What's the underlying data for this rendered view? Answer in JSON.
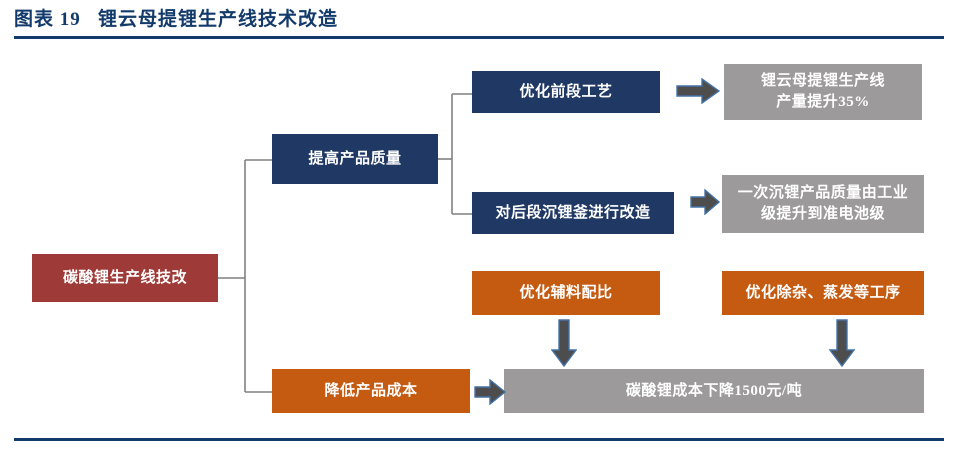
{
  "figure": {
    "label": "图表 19",
    "title": "锂云母提锂生产线技术改造",
    "heading": "图表 19   锂云母提锂生产线技术改造"
  },
  "colors": {
    "title_blue": "#123A6B",
    "rule_blue": "#123A6B",
    "root_red": "#9E3A37",
    "navy": "#1F3864",
    "orange": "#C55A11",
    "gray": "#9C9A9A",
    "connector": "#808080",
    "arrow_fill": "#4D4D4D",
    "arrow_stroke": "#4472A8"
  },
  "diagram": {
    "type": "flowchart",
    "root": {
      "id": "root",
      "label": "碳酸锂生产线技改",
      "color": "red"
    },
    "branches": [
      {
        "id": "quality",
        "label": "提高产品质量",
        "color": "navy"
      },
      {
        "id": "cost",
        "label": "降低产品成本",
        "color": "orange"
      }
    ],
    "actions": [
      {
        "id": "front",
        "label": "优化前段工艺",
        "color": "navy",
        "parent": "quality"
      },
      {
        "id": "rear",
        "label": "对后段沉锂釜进行改造",
        "color": "navy",
        "parent": "quality"
      },
      {
        "id": "aux",
        "label": "优化辅料配比",
        "color": "orange",
        "parent": "cost"
      },
      {
        "id": "purify",
        "label": "优化除杂、蒸发等工序",
        "color": "orange",
        "parent": "cost"
      }
    ],
    "outcomes": [
      {
        "id": "out-yield",
        "label": "锂云母提锂生产线\n产量提升35%",
        "color": "gray",
        "from": "front"
      },
      {
        "id": "out-quality",
        "label": "一次沉锂产品质量由工业\n级提升到准电池级",
        "color": "gray",
        "from": "rear"
      },
      {
        "id": "out-cost",
        "label": "碳酸锂成本下降1500元/吨",
        "color": "gray",
        "from": "cost"
      }
    ]
  }
}
